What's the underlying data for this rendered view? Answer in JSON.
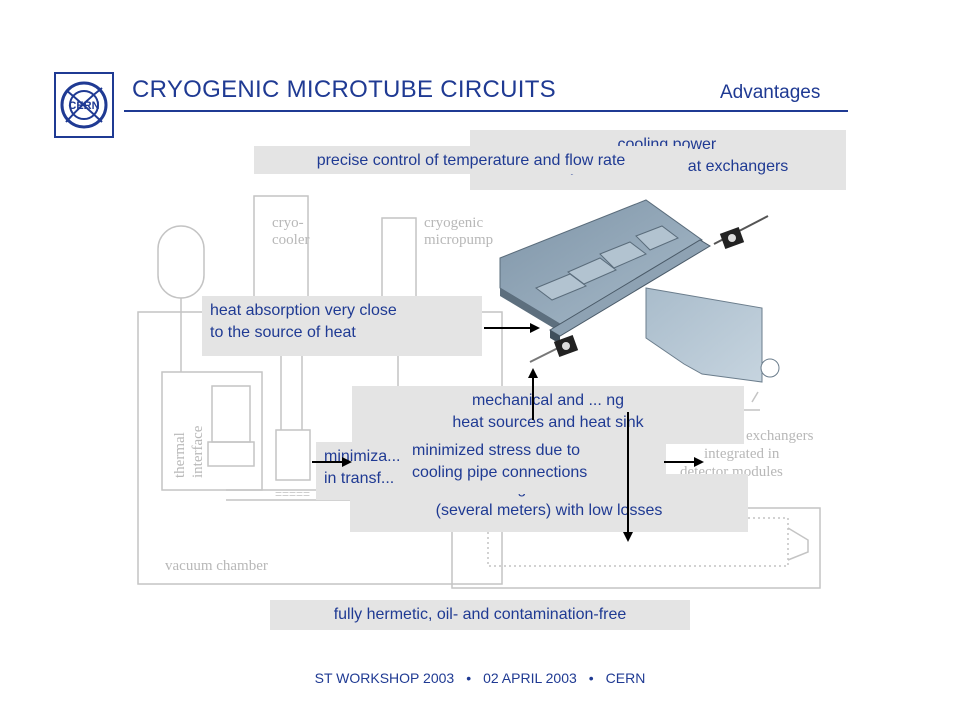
{
  "header": {
    "title": "CRYOGENIC MICROTUBE CIRCUITS",
    "section": "Advantages",
    "logo_text": "CERN"
  },
  "diagram_labels": {
    "cryocooler_1": "cryo-",
    "cryocooler_2": "cooler",
    "micropump_1": "cryogenic",
    "micropump_2": "micropump",
    "thermal_1": "thermal",
    "thermal_2": "interface",
    "vacuum": "vacuum chamber",
    "hx_1": "exchangers",
    "hx_2": "integrated in",
    "hx_3": "detector modules"
  },
  "callouts": {
    "cooling_power": "... cooling power\ndensity in miniature heat exchangers",
    "precise_control": "precise control of temperature and flow rate",
    "heat_absorption": "heat absorption very close\nto the source of heat",
    "mechanical": "mechanical and ... ng\nheat sources and heat sink",
    "minimized_losses": "minimiza...\nin transf...",
    "stress": "minimized stress due to\ncooling pipe connections",
    "distances": "... g distances\n(several meters) with low losses",
    "hermetic": "fully hermetic, oil- and contamination-free"
  },
  "footer": {
    "event": "ST WORKSHOP 2003",
    "date": "02 APRIL 2003",
    "org": "CERN",
    "separator": "•"
  }
}
